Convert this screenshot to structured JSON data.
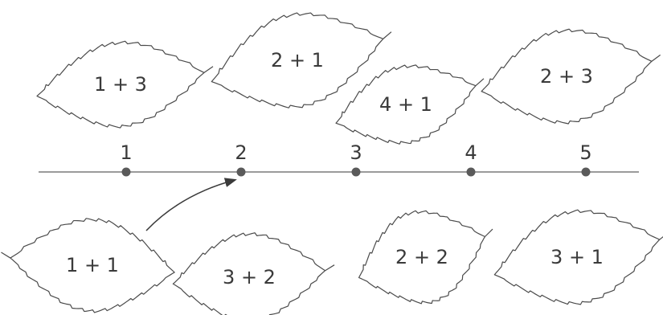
{
  "number_line": {
    "ticks": [
      {
        "label": "1",
        "value": 1
      },
      {
        "label": "2",
        "value": 2
      },
      {
        "label": "3",
        "value": 3
      },
      {
        "label": "4",
        "value": 4
      },
      {
        "label": "5",
        "value": 5
      }
    ],
    "line_color": "#7a7a7a",
    "dot_color": "#5a5a5a"
  },
  "leaves": [
    {
      "expr": "1 + 3"
    },
    {
      "expr": "2 + 1"
    },
    {
      "expr": "4 + 1"
    },
    {
      "expr": "2 + 3"
    },
    {
      "expr": "1 + 1"
    },
    {
      "expr": "3 + 2"
    },
    {
      "expr": "2 + 2"
    },
    {
      "expr": "3 + 1"
    }
  ],
  "example_arrow": {
    "from_leaf": "1 + 1",
    "to_value": 2
  },
  "colors": {
    "ink": "#3a3a3a",
    "background": "#ffffff"
  }
}
